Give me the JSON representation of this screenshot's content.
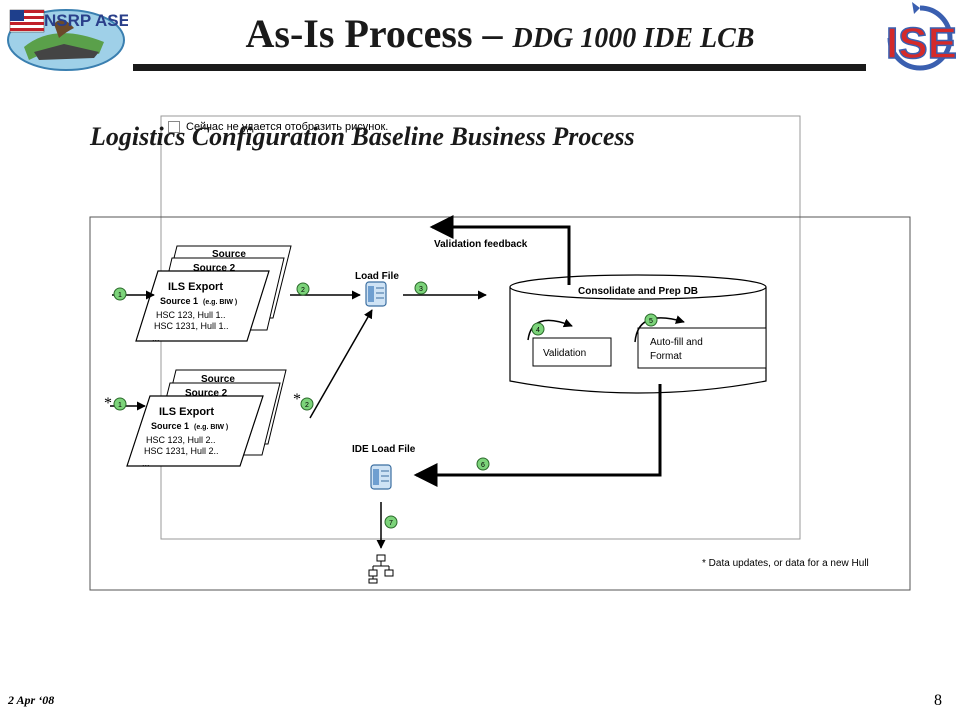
{
  "header": {
    "title_main": "As-Is Process – ",
    "title_sub": "DDG 1000 IDE LCB",
    "left_logo_text": "NSRP ASE",
    "right_logo_text": "ISE"
  },
  "broken_image_text": "Сейчас не удается отобразить рисунок.",
  "diagram_title": "Logistics Configuration Baseline Business Process",
  "stack_top": {
    "back_label": "Source",
    "mid_label": "Source 2",
    "front_title": "ILS Export",
    "front_source": "Source 1",
    "front_source_eg": "(e.g. BIW )",
    "line1": "HSC 123, Hull 1..",
    "line2": "HSC 1231, Hull 1..",
    "ellipsis": "..."
  },
  "stack_bottom": {
    "back_label": "Source",
    "mid_label": "Source 2",
    "front_title": "ILS Export",
    "front_source": "Source 1",
    "front_source_eg": "(e.g. BIW )",
    "line1": "HSC 123, Hull 2..",
    "line2": "HSC 1231, Hull 2..",
    "ellipsis": "..."
  },
  "labels": {
    "load_file": "Load File",
    "validation_feedback": "Validation feedback",
    "consolidate": "Consolidate and Prep DB",
    "validation": "Validation",
    "autofill_line1": "Auto-fill and",
    "autofill_line2": "Format",
    "ide_load_file": "IDE Load File",
    "footnote": "* Data updates, or data for a new Hull",
    "asterisk": "*"
  },
  "steps": [
    "1",
    "2",
    "3",
    "4",
    "5",
    "6",
    "7"
  ],
  "footer": {
    "date": "2 Apr ‘08",
    "page": "8"
  },
  "colors": {
    "step_circle": "#7cd37a",
    "line": "#000000",
    "frame": "#555555"
  }
}
